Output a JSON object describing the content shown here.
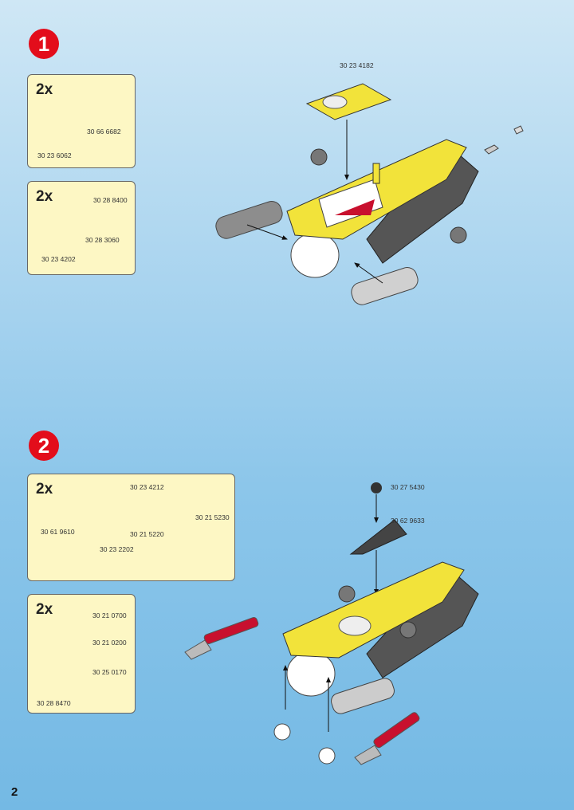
{
  "steps": [
    {
      "number": "1",
      "boxes": [
        {
          "qty": "2x",
          "parts": [
            "30 66 6682",
            "30 23 6062"
          ]
        },
        {
          "qty": "2x",
          "parts": [
            "30 28 8400",
            "30 28 3060",
            "30 23 4202"
          ]
        }
      ],
      "main_parts": [
        "30 23 4182"
      ]
    },
    {
      "number": "2",
      "boxes": [
        {
          "qty": "2x",
          "parts": [
            "30 23 4212",
            "30 21 5230",
            "30 61 9610",
            "30 21 5220",
            "30 23 2202"
          ]
        },
        {
          "qty": "2x",
          "parts": [
            "30 21 0700",
            "30 21 0200",
            "30 25 0170",
            "30 28 8470"
          ]
        }
      ],
      "main_parts": [
        "30 27 5430",
        "30 62 9633"
      ]
    }
  ],
  "page_number": "2",
  "colors": {
    "step_badge": "#e30d1b",
    "box_bg": "#fdf7c4",
    "sub_yellow": "#f2e33a",
    "arm_red": "#c8102e"
  }
}
